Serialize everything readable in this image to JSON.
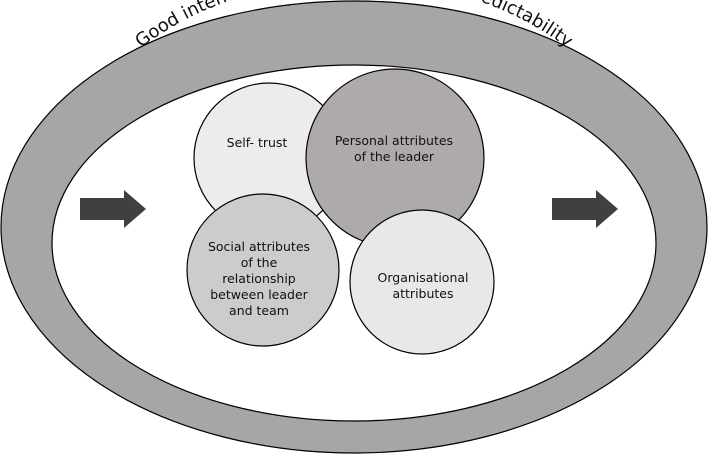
{
  "ring": {
    "text": "Good intentions, capability, stability, predictability",
    "outer_fill": "#a6a6a6",
    "inner_fill": "#ffffff"
  },
  "arrows": {
    "color": "#404040"
  },
  "circles": [
    {
      "id": "self-trust",
      "lines": [
        "Self- trust"
      ],
      "fill": "#ececec"
    },
    {
      "id": "personal-attributes",
      "lines": [
        "Personal attributes",
        "of the leader"
      ],
      "fill": "#aeaaaa"
    },
    {
      "id": "organisational-attributes",
      "lines": [
        "Organisational",
        "attributes"
      ],
      "fill": "#e8e8e8"
    },
    {
      "id": "social-attributes",
      "lines": [
        "Social attributes",
        "of the",
        "relationship",
        "between leader",
        "and team"
      ],
      "fill": "#cdcbcb"
    }
  ]
}
